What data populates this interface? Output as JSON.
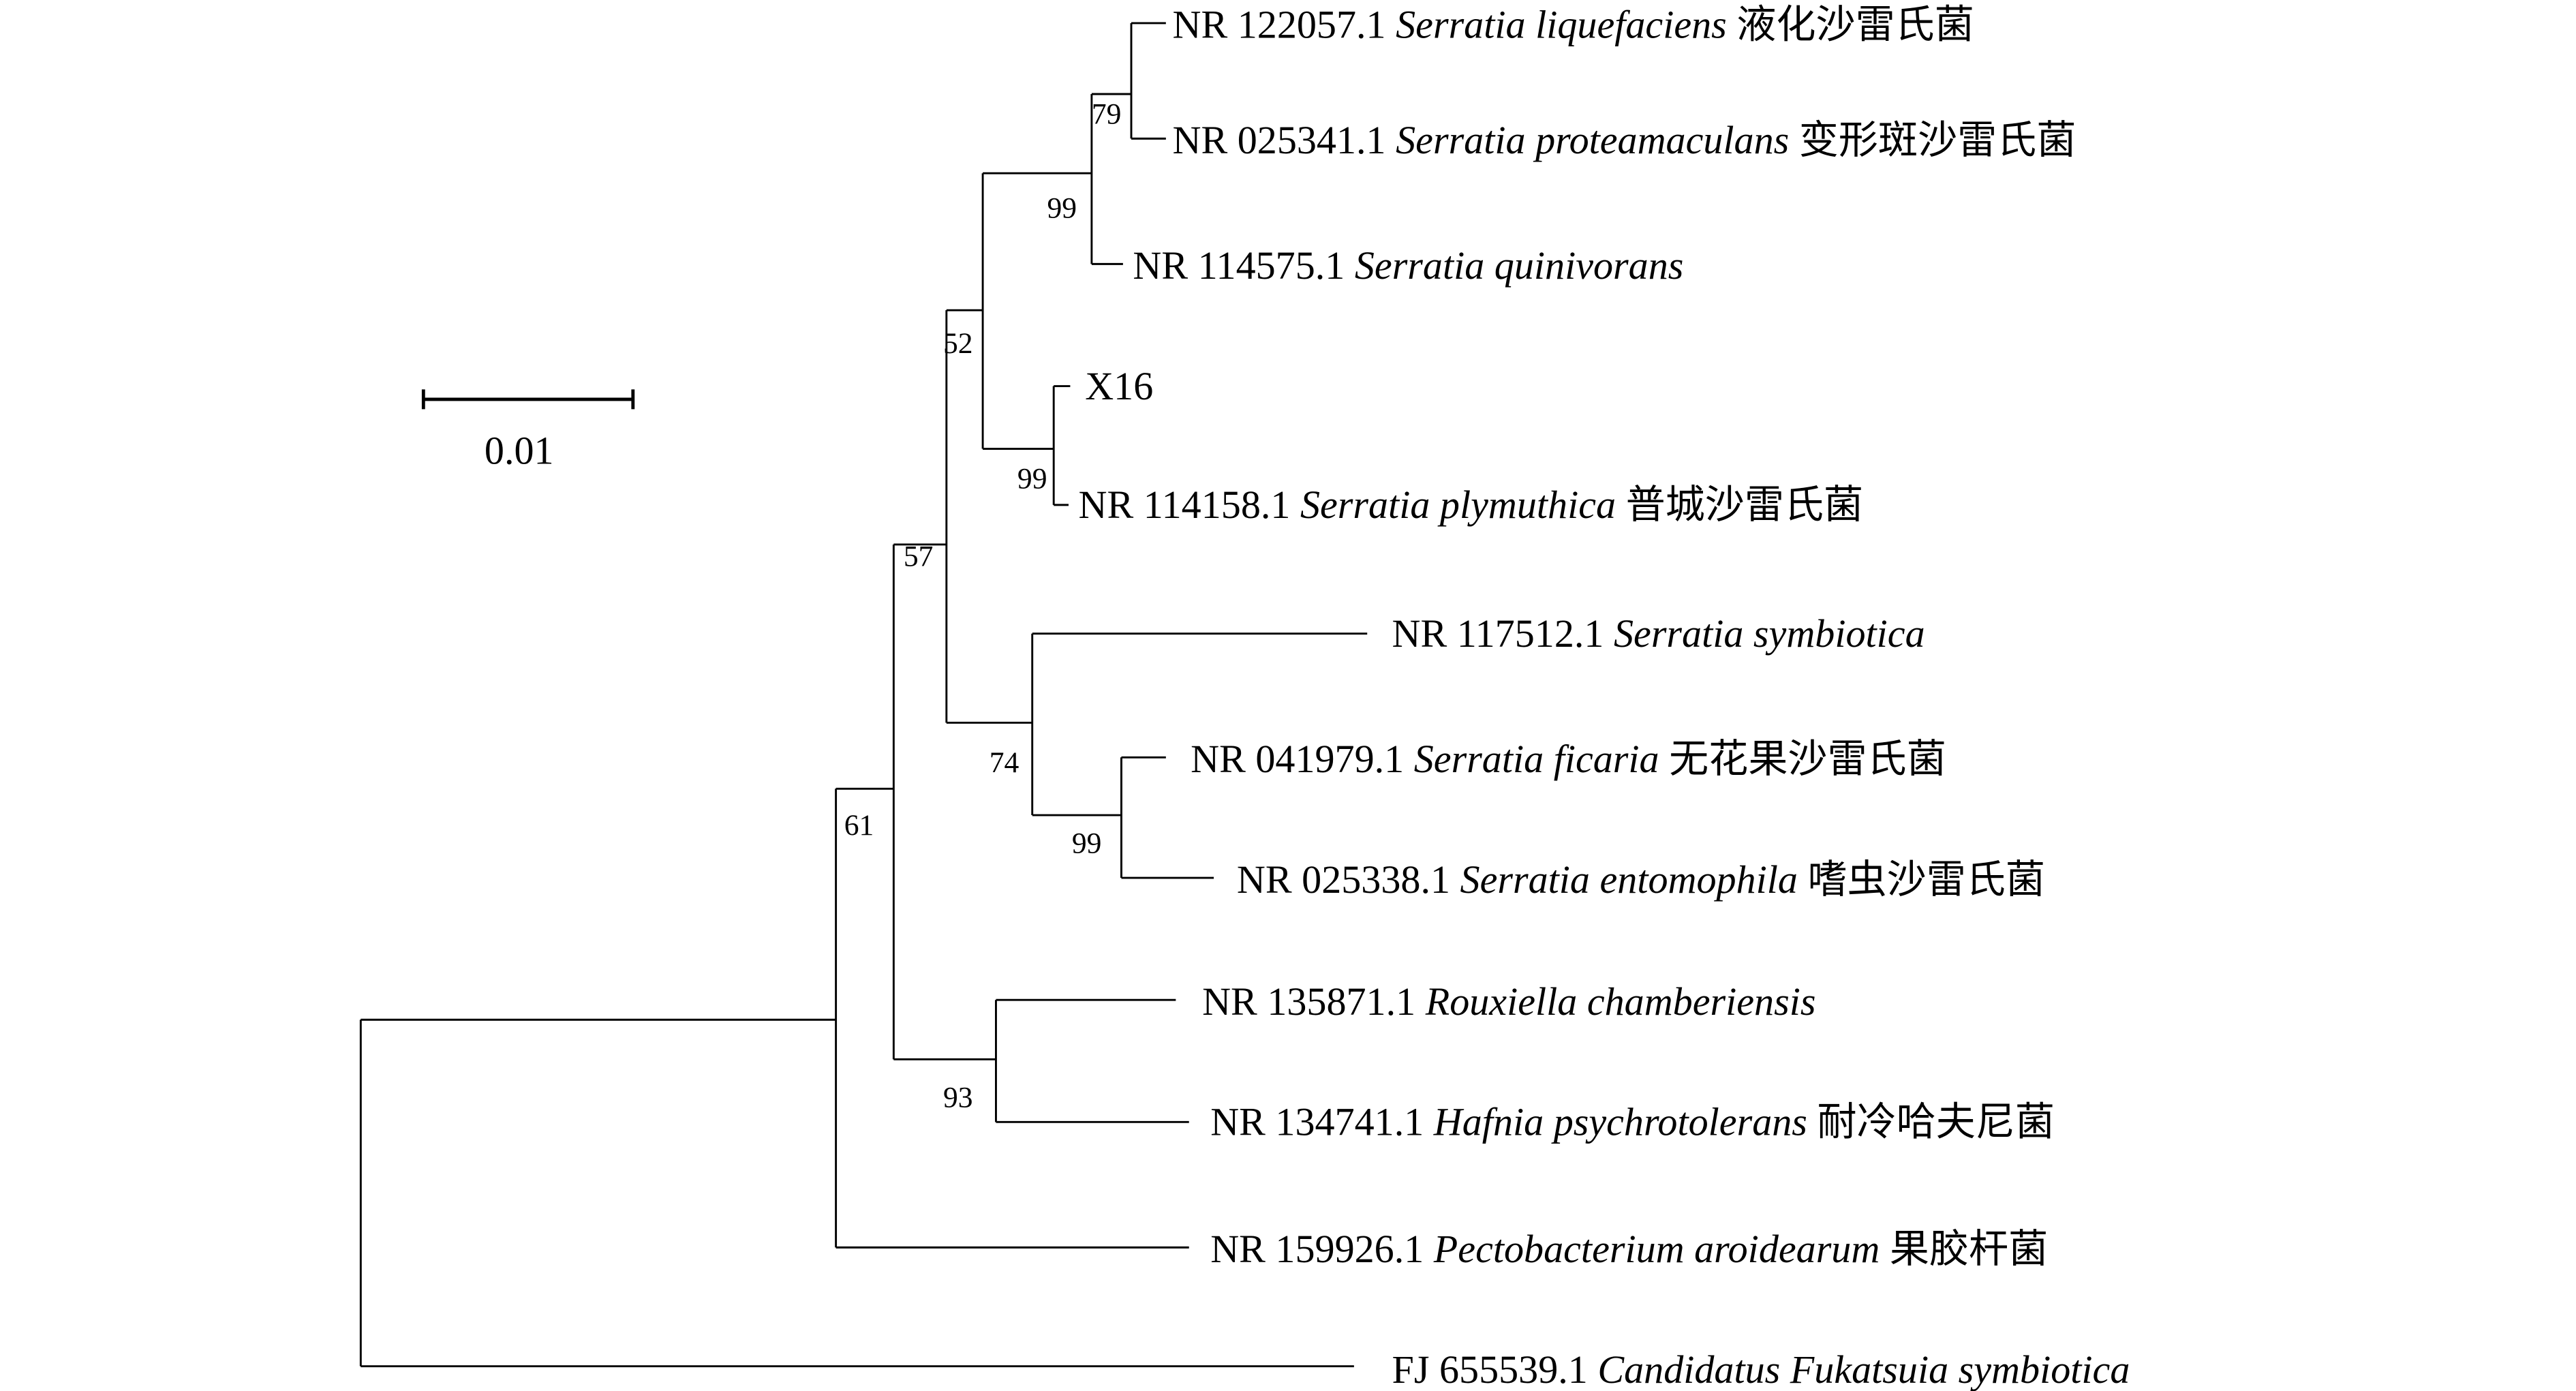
{
  "taxa": [
    {
      "acc": "NR 122057.1",
      "species": "Serratia liquefaciens",
      "cn": "液化沙雷氏菌"
    },
    {
      "acc": "NR 025341.1",
      "species": "Serratia proteamaculans",
      "cn": "变形斑沙雷氏菌"
    },
    {
      "acc": "NR 114575.1",
      "species": "Serratia quinivorans",
      "cn": ""
    },
    {
      "acc": "X16",
      "species": "",
      "cn": ""
    },
    {
      "acc": "NR 114158.1",
      "species": "Serratia plymuthica",
      "cn": "普城沙雷氏菌"
    },
    {
      "acc": "NR 117512.1",
      "species": "Serratia symbiotica",
      "cn": ""
    },
    {
      "acc": "NR 041979.1",
      "species": "Serratia ficaria",
      "cn": "无花果沙雷氏菌"
    },
    {
      "acc": "NR 025338.1",
      "species": "Serratia entomophila",
      "cn": "嗜虫沙雷氏菌"
    },
    {
      "acc": "NR 135871.1",
      "species": "Rouxiella chamberiensis",
      "cn": ""
    },
    {
      "acc": "NR 134741.1",
      "species": "Hafnia psychrotolerans",
      "cn": "耐冷哈夫尼菌"
    },
    {
      "acc": "NR 159926.1",
      "species": "Pectobacterium aroidearum",
      "cn": "果胶杆菌"
    },
    {
      "acc": "FJ 655539.1",
      "species": "Candidatus Fukatsuia symbiotica",
      "cn": ""
    }
  ],
  "bootstrap": {
    "liquefaciens_proteamaculans": "79",
    "with_quinivorans": "99",
    "x16_plymuthica": "99",
    "serratia_core": "52",
    "symbiotica_clade": "74",
    "ficaria_entomophila": "99",
    "serratia_all": "57",
    "rouxiella_hafnia": "93",
    "ingroup": "61"
  },
  "scale_bar": {
    "label": "0.01"
  }
}
